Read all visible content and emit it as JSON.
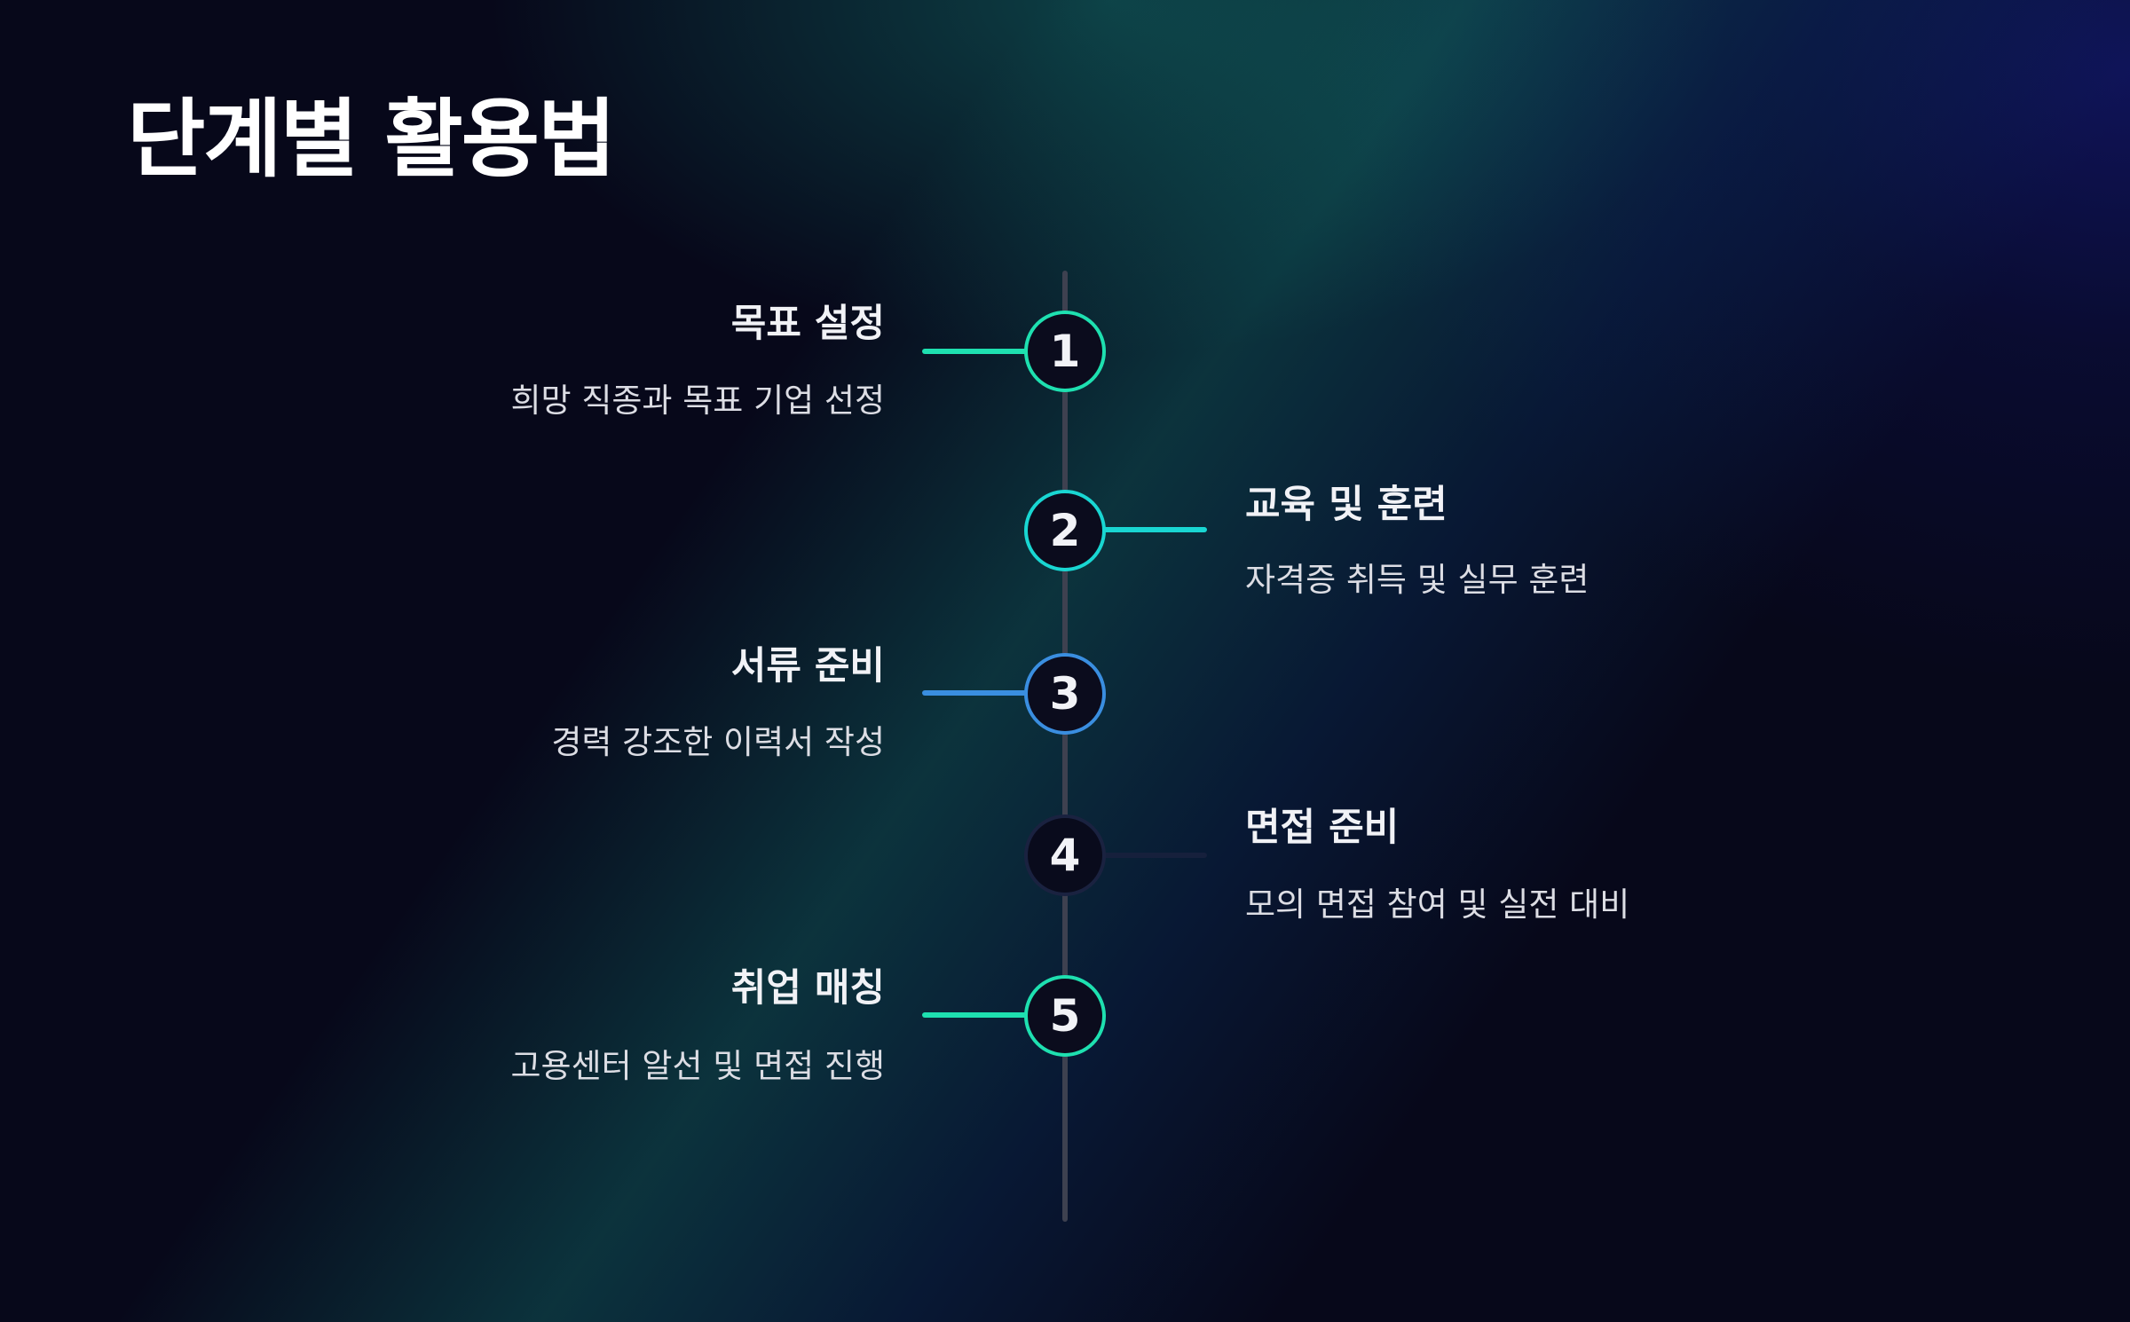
{
  "title": "단계별 활용법",
  "colors": {
    "background": "#07081a",
    "accent_green": "#1ee0b0",
    "accent_blue": "#3a8ee0",
    "dim_navy": "#1a2240",
    "axis": "#3e4150"
  },
  "steps": [
    {
      "number": "1",
      "title": "목표 설정",
      "description": "희망 직종과 목표 기업 선정",
      "color": "#1ee0b0"
    },
    {
      "number": "2",
      "title": "교육 및 훈련",
      "description": "자격증 취득 및 실무 훈련",
      "color": "#19d6d2"
    },
    {
      "number": "3",
      "title": "서류 준비",
      "description": "경력 강조한 이력서 작성",
      "color": "#3a8ee0"
    },
    {
      "number": "4",
      "title": "면접 준비",
      "description": "모의 면접 참여 및 실전 대비",
      "color": "#1a2240"
    },
    {
      "number": "5",
      "title": "취업 매칭",
      "description": "고용센터 알선 및 면접 진행",
      "color": "#1ee0b0"
    }
  ]
}
